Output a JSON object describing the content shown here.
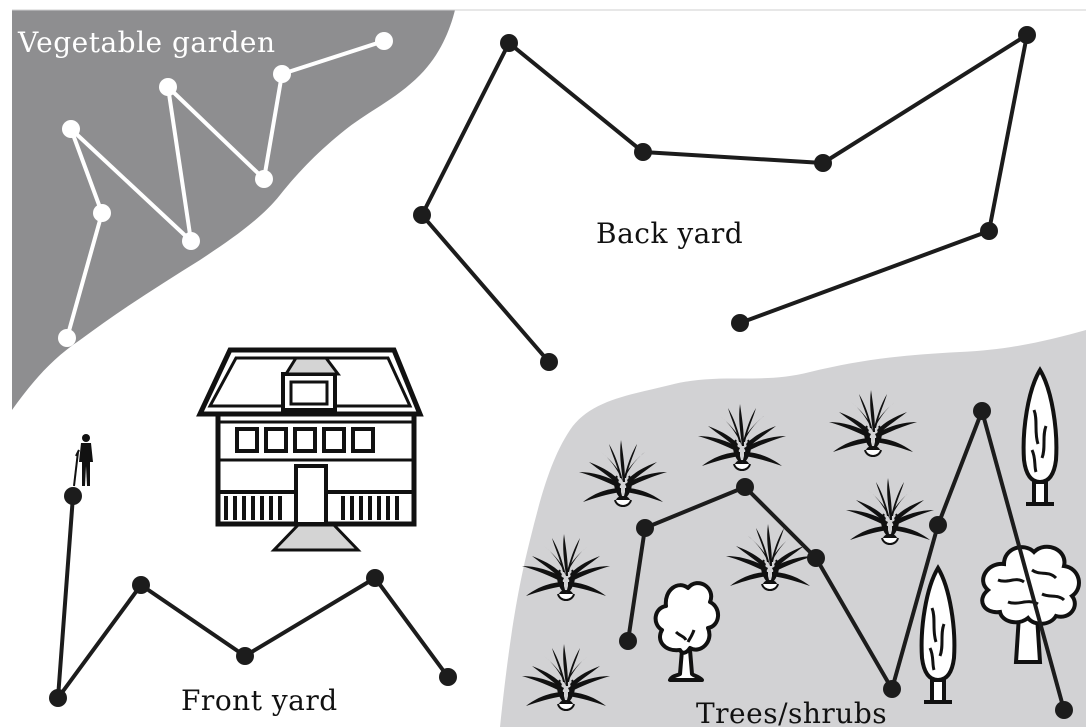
{
  "zones": {
    "vegetable_garden": {
      "label": "Vegetable garden"
    },
    "back_yard": {
      "label": "Back yard"
    },
    "front_yard": {
      "label": "Front yard"
    },
    "trees_shrubs": {
      "label": "Trees/shrubs"
    }
  },
  "colors": {
    "garden_fill": "#8e8e90",
    "trees_fill": "#d2d2d4",
    "path_dark": "#1c1c1c",
    "path_light": "#ffffff",
    "ink": "#111111"
  },
  "icons": [
    "person-with-cane-icon",
    "house-icon",
    "palm-shrub-icon",
    "deciduous-tree-icon",
    "cypress-tree-icon",
    "oak-tree-icon"
  ]
}
